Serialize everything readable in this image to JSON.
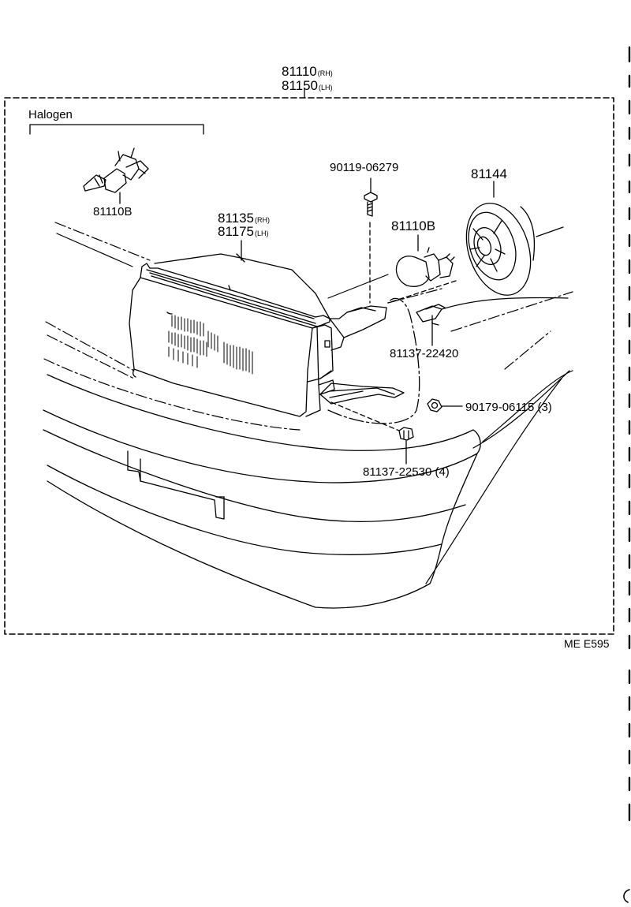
{
  "assembly": {
    "rh": {
      "part": "81110",
      "side": "(RH)"
    },
    "lh": {
      "part": "81150",
      "side": "(LH)"
    }
  },
  "halogen_label": "Halogen",
  "parts": {
    "bulb_halogen": "81110B",
    "unit_rh": {
      "part": "81135",
      "side": "(RH)"
    },
    "unit_lh": {
      "part": "81175",
      "side": "(LH)"
    },
    "bolt": "90119-06279",
    "cap": "81144",
    "bulb": "81110B",
    "clip_upper": "81137-22420",
    "nut": "90179-06115 (3)",
    "clip_lower": "81137-22530 (4)"
  },
  "diagram_code": "ME E595",
  "colors": {
    "ink": "#000000",
    "paper": "#ffffff"
  }
}
